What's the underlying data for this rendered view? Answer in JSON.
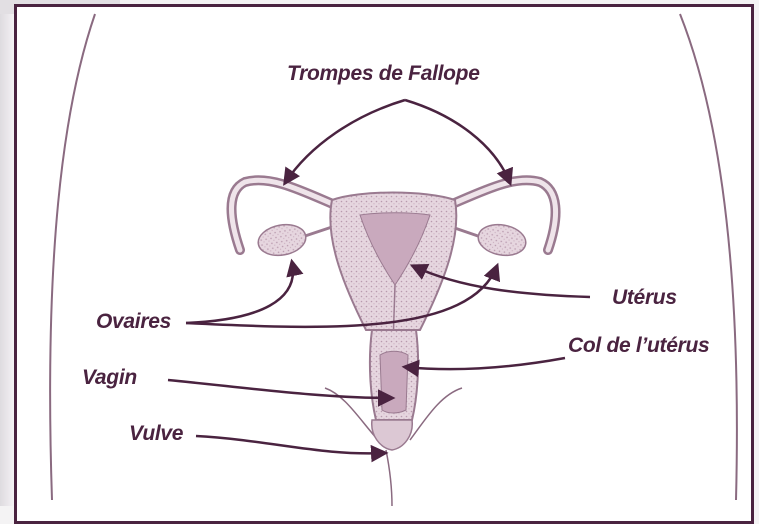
{
  "labels": {
    "fallopian_tubes": "Trompes de Fallope",
    "uterus": "Utérus",
    "ovaries": "Ovaires",
    "cervix": "Col de l’utérus",
    "vagina": "Vagin",
    "vulva": "Vulve"
  },
  "colors": {
    "frame": "#4a2340",
    "label_text": "#4a2340",
    "arrow": "#4a2340",
    "organ_outline": "#9a7a90",
    "organ_fill": "#dcc8d4",
    "body_outline": "#8a6a80"
  }
}
